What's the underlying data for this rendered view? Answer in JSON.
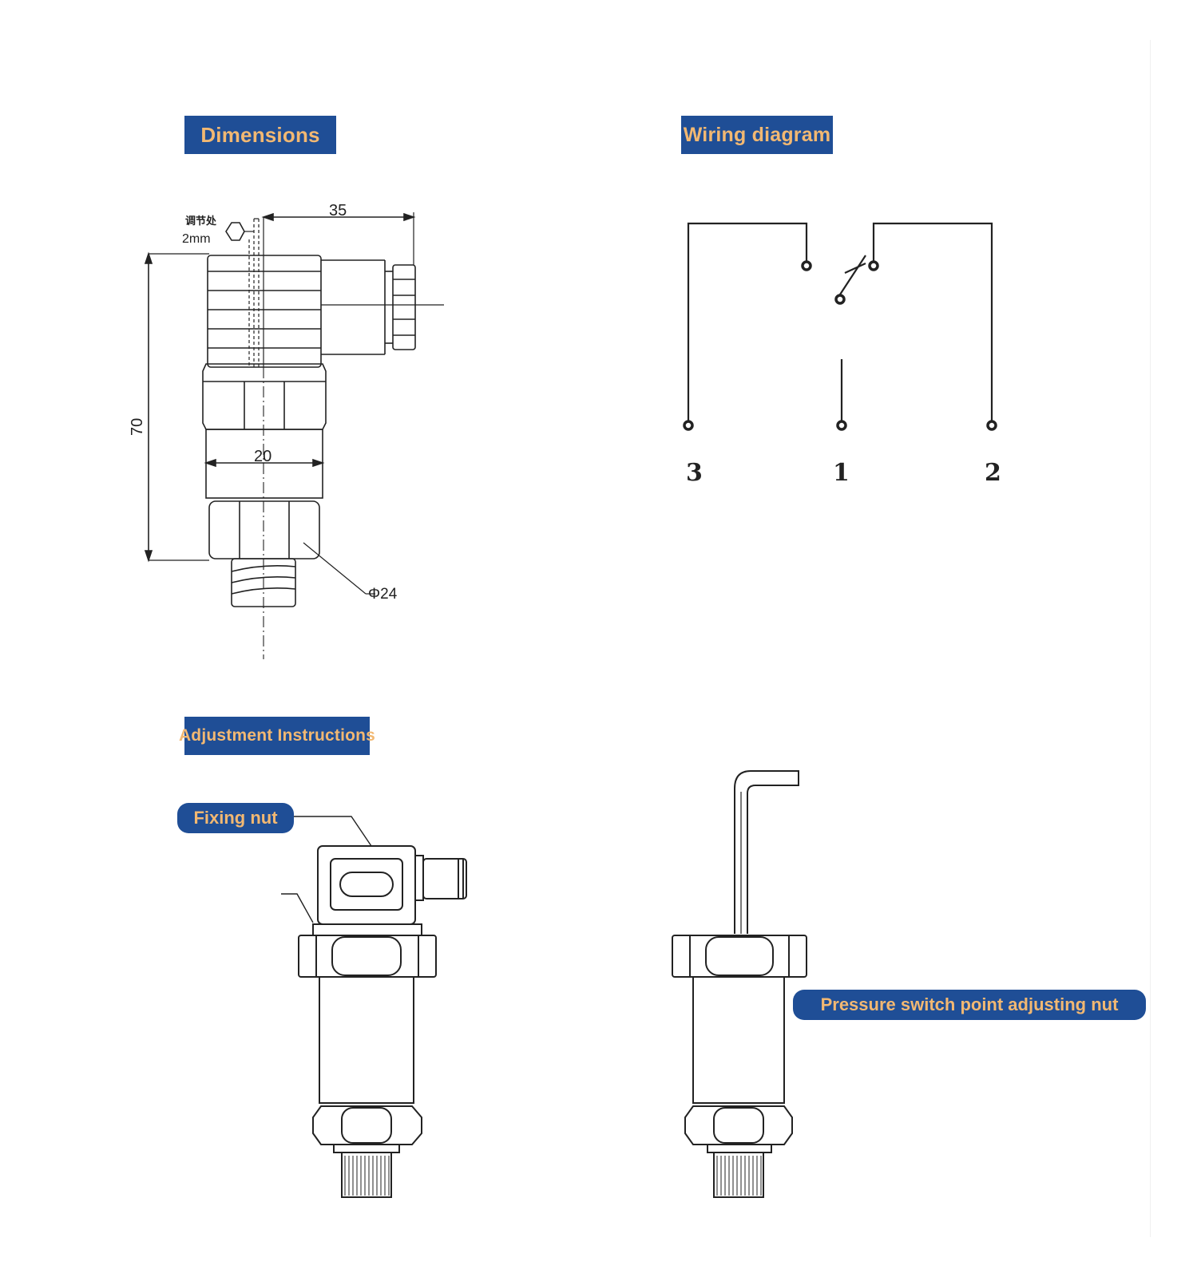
{
  "headings": {
    "dimensions": "Dimensions",
    "wiring": "Wiring diagram",
    "adjustment": "Adjustment Instructions"
  },
  "dimensions_drawing": {
    "adjust_label_cn": "调节处",
    "adjust_label_mm": "2mm",
    "width_top": "35",
    "height_total": "70",
    "width_body": "20",
    "thread_diameter": "Φ24"
  },
  "wiring_diagram": {
    "terminals": [
      "3",
      "1",
      "2"
    ]
  },
  "callouts": {
    "fixing_nut": "Fixing nut",
    "pressure_nut": "Pressure switch point adjusting nut"
  },
  "colors": {
    "banner_bg": "#1f4e96",
    "banner_text": "#f2b872",
    "line": "#222222"
  }
}
